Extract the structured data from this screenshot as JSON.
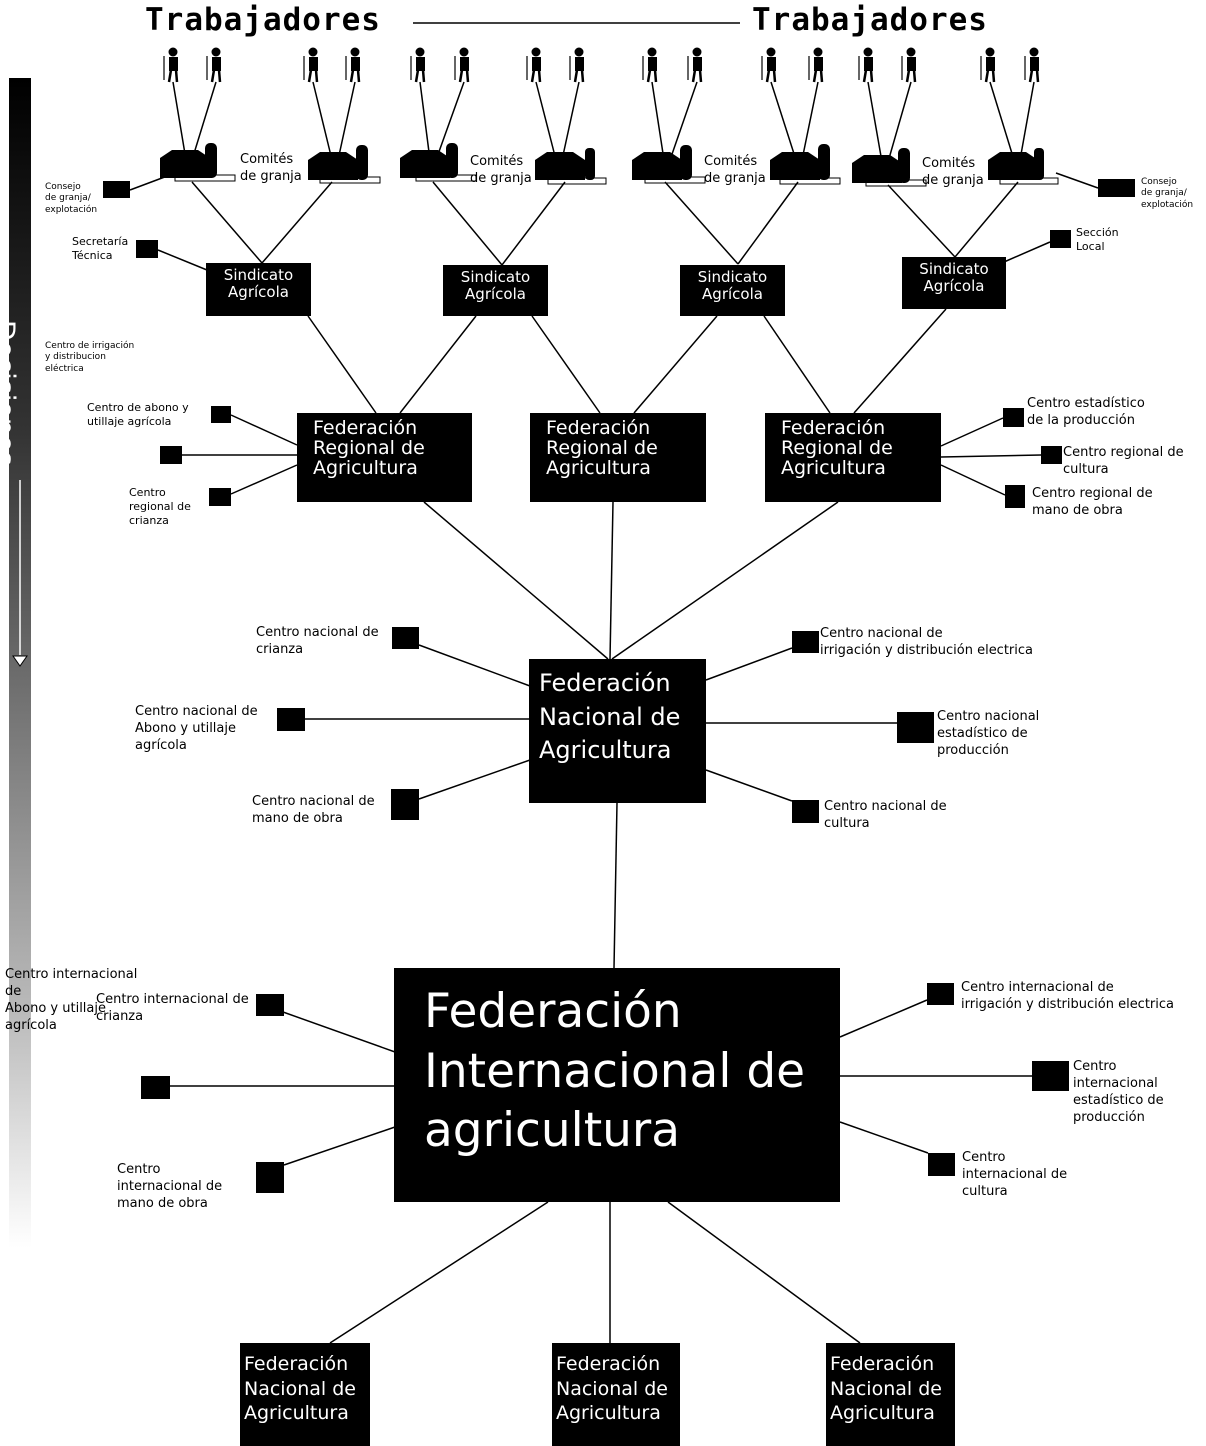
{
  "header": {
    "left": "Trabajadores",
    "right": "Trabajadores"
  },
  "sidebar": {
    "label": "Decisiones"
  },
  "comites": [
    {
      "label": "Comités\nde granja"
    },
    {
      "label": "Comités\nde granja"
    },
    {
      "label": "Comités\nde granja"
    },
    {
      "label": "Comités\nde granja"
    }
  ],
  "consejo_left": "Consejo\nde granja/\nexplotación",
  "consejo_right": "Consejo\nde granja/\nexplotación",
  "secretaria": "Secretaría\nTécnica",
  "seccion_local": "Sección\nLocal",
  "sindicatos": [
    {
      "label": "Sindicato\nAgrícola"
    },
    {
      "label": "Sindicato\nAgrícola"
    },
    {
      "label": "Sindicato\nAgrícola"
    },
    {
      "label": "Sindicato\nAgrícola"
    }
  ],
  "regional_left_labels": {
    "irrigacion": "Centro de irrigación\ny distribucion\neléctrica",
    "abono": "Centro de abono y\nutillaje agrícola",
    "crianza": "Centro\nregional de\ncrianza"
  },
  "regional_right_labels": {
    "estadistico": "Centro estadístico\nde la producción",
    "cultura": "Centro regional de\ncultura",
    "mano_obra": "Centro regional de\nmano de obra"
  },
  "regionales": [
    {
      "label": "Federación\nRegional de\nAgricultura"
    },
    {
      "label": "Federación\nRegional de\nAgricultura"
    },
    {
      "label": "Federación\nRegional de\nAgricultura"
    }
  ],
  "nacional": {
    "label": "Federación\nNacional de\nAgricultura"
  },
  "nacional_labels": {
    "crianza": "Centro nacional de\ncrianza",
    "abono": "Centro nacional de\nAbono y utillaje\nagrícola",
    "mano_obra": "Centro nacional de\nmano de obra",
    "irrigacion": "Centro nacional de\nirrigación y distribución electrica",
    "estadistico": "Centro nacional\nestadístico de\nproducción",
    "cultura": "Centro nacional de\ncultura"
  },
  "internacional": {
    "label": "Federación\nInternacional de\nagricultura"
  },
  "internacional_labels": {
    "abono": "Centro internacional\nde\nAbono y utillaje\nagrícola",
    "crianza": "Centro internacional de\ncrianza",
    "mano_obra": "Centro\ninternacional de\nmano de obra",
    "irrigacion": "Centro internacional de\nirrigación y distribución electrica",
    "estadistico": "Centro\ninternacional\nestadístico de\nproducción",
    "cultura": "Centro\ninternacional de\ncultura"
  },
  "nacionales_bottom": [
    {
      "label": "Federación\nNacional de\nAgricultura"
    },
    {
      "label": "Federación\nNacional de\nAgricultura"
    },
    {
      "label": "Federación\nNacional de\nAgricultura"
    }
  ],
  "colors": {
    "box": "#000000",
    "text_on_box": "#ffffff",
    "line": "#000000",
    "background": "#ffffff"
  }
}
